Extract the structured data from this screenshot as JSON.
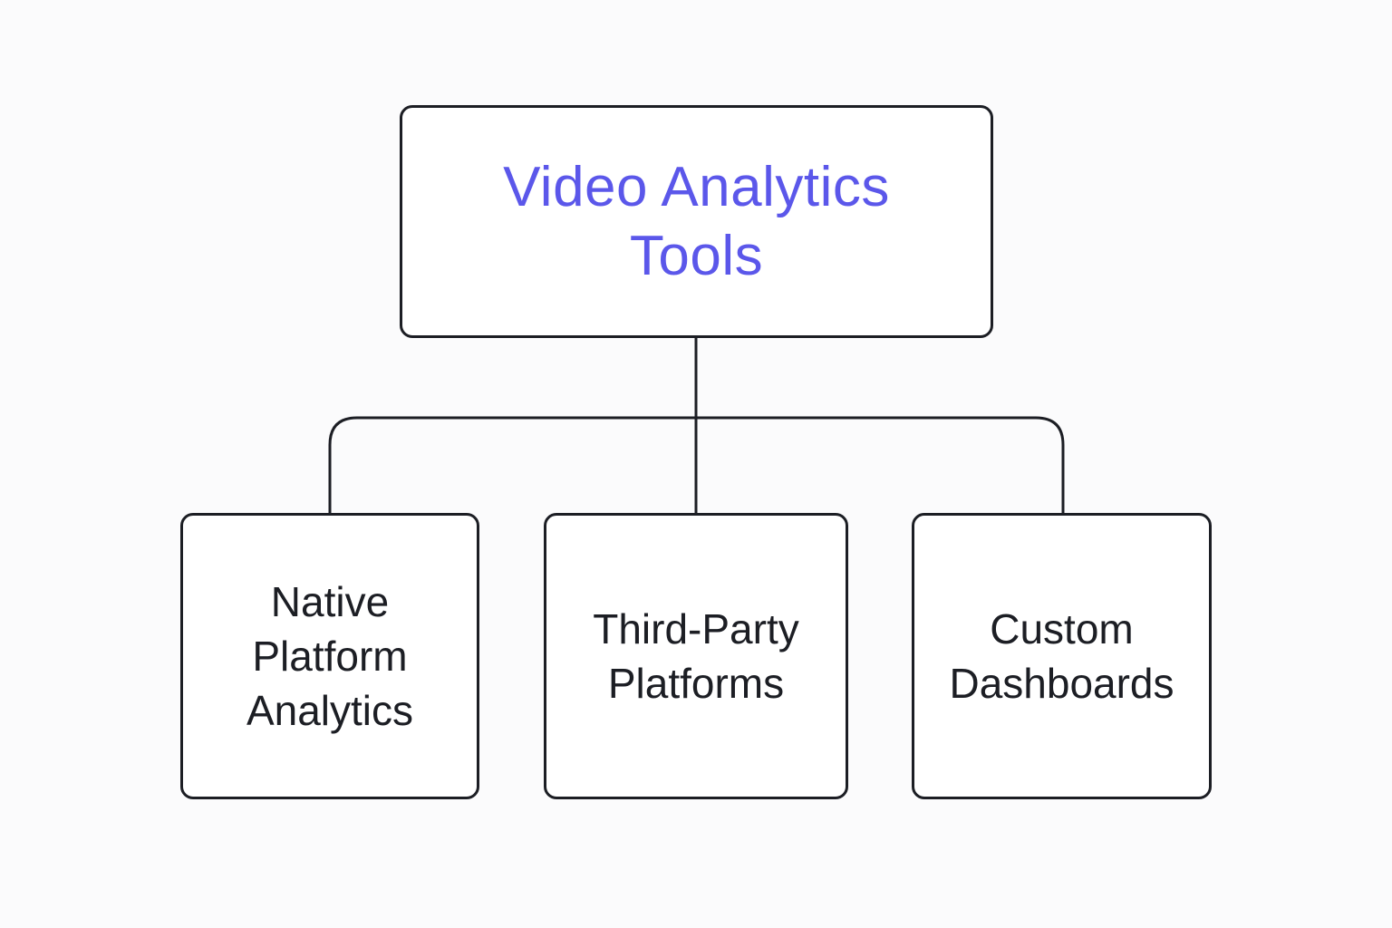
{
  "colors": {
    "root_text": "#5b57ea",
    "node_text": "#1c1e24",
    "border": "#1c1e24",
    "background": "#fbfbfc"
  },
  "root": {
    "label": "Video Analytics Tools"
  },
  "children": [
    {
      "label": "Native Platform Analytics"
    },
    {
      "label": "Third-Party Platforms"
    },
    {
      "label": "Custom Dashboards"
    }
  ]
}
